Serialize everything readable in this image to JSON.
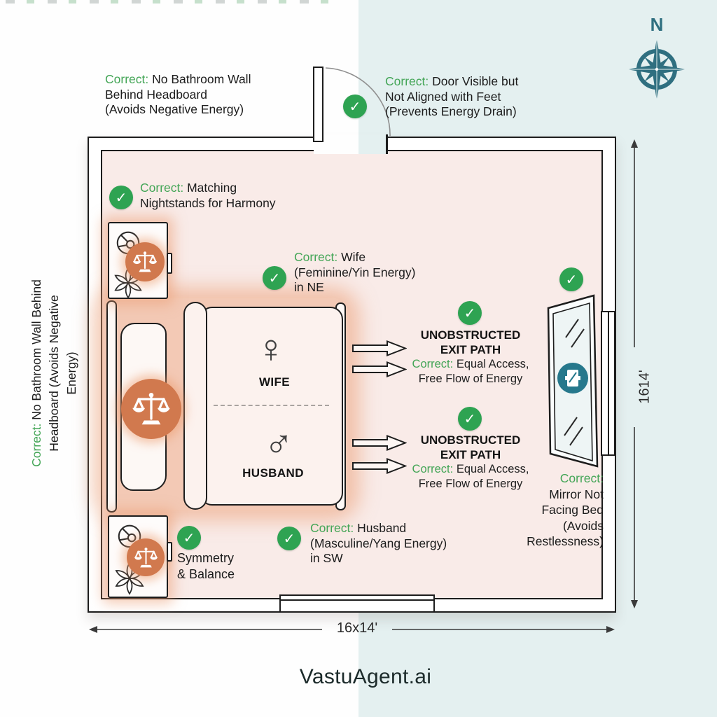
{
  "colors": {
    "check_green": "#2ea352",
    "prefix_green": "#43a556",
    "accent_orange": "#d1794e",
    "accent_teal": "#2f6f80",
    "room_interior": "#f9ebe8",
    "background_right": "#e4f0f0"
  },
  "icons": {
    "check_glyph": "✓"
  },
  "compass": {
    "north_label": "N"
  },
  "annotations": {
    "top_left": {
      "prefix": "Correct:",
      "line1": "No Bathroom Wall",
      "line2": "Behind Headboard",
      "line3": "(Avoids Negative Energy)"
    },
    "top_right": {
      "prefix": "Correct:",
      "line1": "Door Visible but",
      "line2": "Not Aligned with Feet",
      "line3": "(Prevents Energy Drain)"
    },
    "left_wall": {
      "prefix": "Correct:",
      "line1": "No Bathroom Wall Behind",
      "line2": "Headboard (Avoids Negative",
      "line3": "Energy)"
    },
    "nightstands": {
      "prefix": "Correct:",
      "line1": "Matching",
      "line2": "Nightstands for Harmony"
    },
    "wife_ne": {
      "prefix": "Correct:",
      "line1": "Wife",
      "line2": "(Feminine/Yin Energy)",
      "line3": "in NE"
    },
    "husband_sw": {
      "prefix": "Correct:",
      "line1": "Husband",
      "line2": "(Masculine/Yang Energy)",
      "line3": "in SW"
    },
    "symmetry": {
      "line1": "Symmetry",
      "line2": "& Balance"
    },
    "mirror": {
      "prefix": "Correct:",
      "line1": "Mirror Not",
      "line2": "Facing Bed",
      "line3": "(Avoids",
      "line4": "Restlessness)"
    },
    "exit_path": {
      "title1": "UNOBSTRUCTED",
      "title2": "EXIT PATH",
      "prefix": "Correct:",
      "detail1": "Equal Access,",
      "detail2": "Free Flow of Energy"
    }
  },
  "bed": {
    "wife_symbol": "♀",
    "wife_label": "WIFE",
    "husband_symbol": "♂",
    "husband_label": "HUSBAND"
  },
  "dimensions": {
    "width_label": "16x14'",
    "height_label": "1614'"
  },
  "brand": {
    "name": "VastuAgent.ai"
  }
}
